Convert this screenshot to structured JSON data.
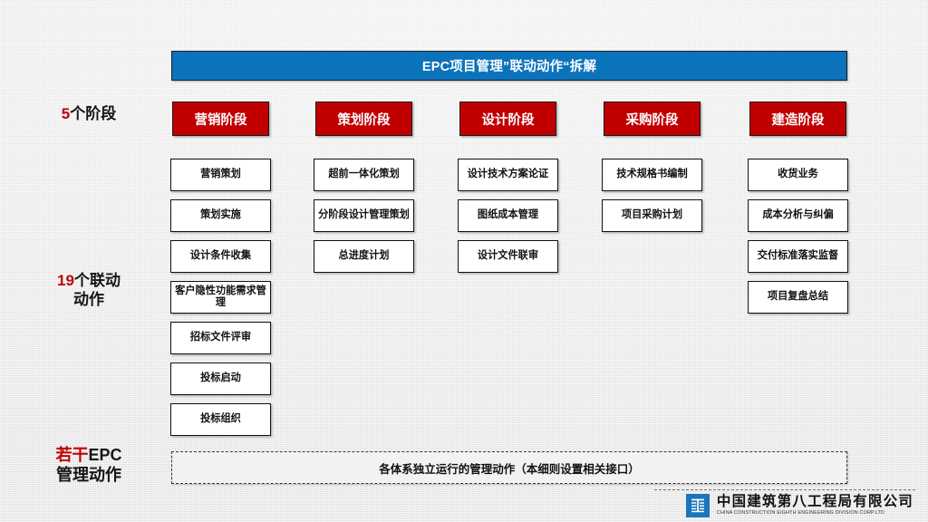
{
  "title_bar": {
    "text": "EPC项目管理”联动动作“拆解"
  },
  "colors": {
    "title_blue": "#0b72bc",
    "stage_red": "#c00000",
    "accent_red_text": "#c00000",
    "background": "#ececed",
    "box_white": "#ffffff",
    "logo_blue": "#1b75bb"
  },
  "side_labels": {
    "stages": {
      "num": "5",
      "rest": "个阶段"
    },
    "actions": {
      "num": "19",
      "rest": "个联动",
      "line2": "动作"
    },
    "epc": {
      "num": "若干",
      "rest": "EPC",
      "line2": "管理动作"
    }
  },
  "columns": [
    {
      "head": "营销阶段",
      "items": [
        "营销策划",
        "策划实施",
        "设计条件收集",
        "客户隐性功能需求管理",
        "招标文件评审",
        "投标启动",
        "投标组织"
      ]
    },
    {
      "head": "策划阶段",
      "items": [
        "超前一体化策划",
        "分阶段设计管理策划",
        "总进度计划"
      ]
    },
    {
      "head": "设计阶段",
      "items": [
        "设计技术方案论证",
        "图纸成本管理",
        "设计文件联审"
      ]
    },
    {
      "head": "采购阶段",
      "items": [
        "技术规格书编制",
        "项目采购计划"
      ]
    },
    {
      "head": "建造阶段",
      "items": [
        "收货业务",
        "成本分析与纠偏",
        "交付标准落实监督",
        "项目复盘总结"
      ]
    }
  ],
  "bottom_strip": {
    "text": "各体系独立运行的管理动作（本细则设置相关接口）"
  },
  "footer": {
    "company_cn": "中国建筑第八工程局有限公司",
    "company_en": "CHINA CONSTRUCTION EIGHTH ENGINEERING DIVISION CORP.LTD"
  }
}
